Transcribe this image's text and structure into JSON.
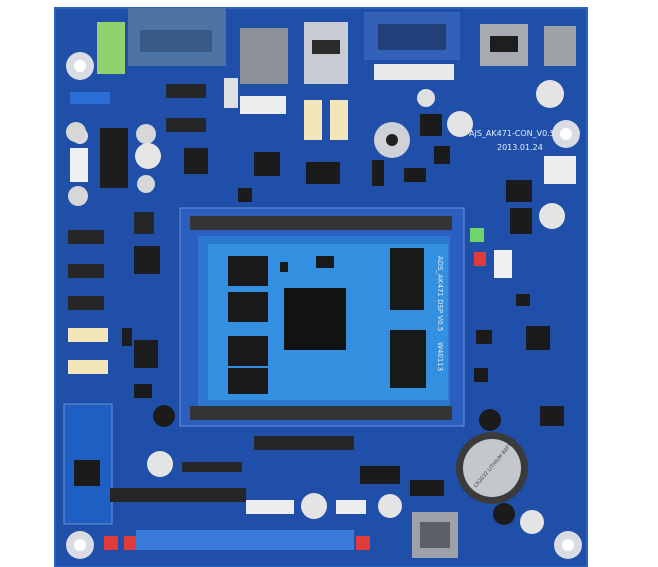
{
  "photo": {
    "subject": "Blue development board (PCB) with DSP core module",
    "board_label": "AJS_AK471-CON_V0.5",
    "board_date": "2013.01.24",
    "core_label": "ADS_AK471 DSP V0.5",
    "core_date": "W40113",
    "pcb_color": "#1f4fa8",
    "battery_label": "CR2032 LITHIUM BATTERY"
  }
}
